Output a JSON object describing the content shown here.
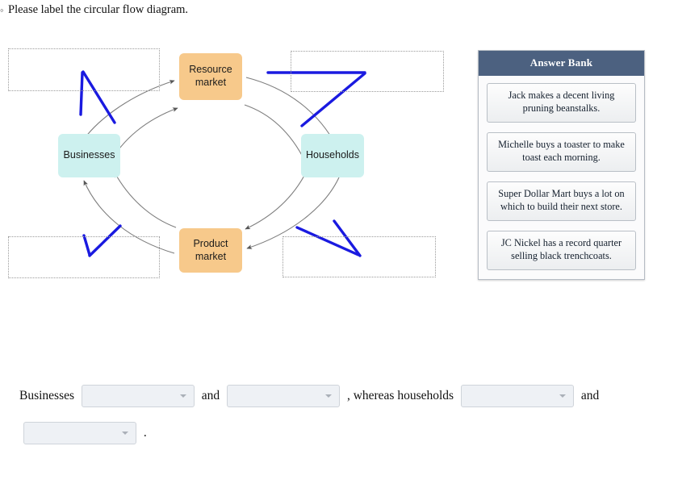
{
  "prompt": {
    "bullet": "◦",
    "text": "Please label the circular flow diagram."
  },
  "diagram": {
    "nodes": [
      {
        "id": "resource-market",
        "label": "Resource market",
        "kind": "market"
      },
      {
        "id": "households",
        "label": "Households",
        "kind": "agent"
      },
      {
        "id": "product-market",
        "label": "Product market",
        "kind": "market"
      },
      {
        "id": "businesses",
        "label": "Businesses",
        "kind": "agent"
      }
    ],
    "dropzones": [
      {
        "id": "dropzone-top-left",
        "value": ""
      },
      {
        "id": "dropzone-top-right",
        "value": ""
      },
      {
        "id": "dropzone-bottom-left",
        "value": ""
      },
      {
        "id": "dropzone-bottom-right",
        "value": ""
      }
    ],
    "colors": {
      "market_fill": "#f7c98b",
      "agent_fill": "#cdf1ef",
      "flow_arrow": "#6e6e6e",
      "annotation_stroke": "#1a1ae0"
    }
  },
  "answer_bank": {
    "title": "Answer Bank",
    "header_color": "#4c6180",
    "items": [
      "Jack makes a decent living pruning beanstalks.",
      "Michelle buys a toaster to make toast each morning.",
      "Super Dollar Mart buys a lot on which to build their next store.",
      "JC Nickel has a record quarter selling black trenchcoats."
    ]
  },
  "sentence": {
    "lead": "Businesses",
    "conjunction_1": "and",
    "middle": ", whereas households",
    "conjunction_2": "and",
    "period": ".",
    "selects": [
      {
        "id": "select-business-1",
        "value": "",
        "placeholder": ""
      },
      {
        "id": "select-business-2",
        "value": "",
        "placeholder": ""
      },
      {
        "id": "select-household-1",
        "value": "",
        "placeholder": ""
      },
      {
        "id": "select-household-2",
        "value": "",
        "placeholder": ""
      }
    ]
  }
}
